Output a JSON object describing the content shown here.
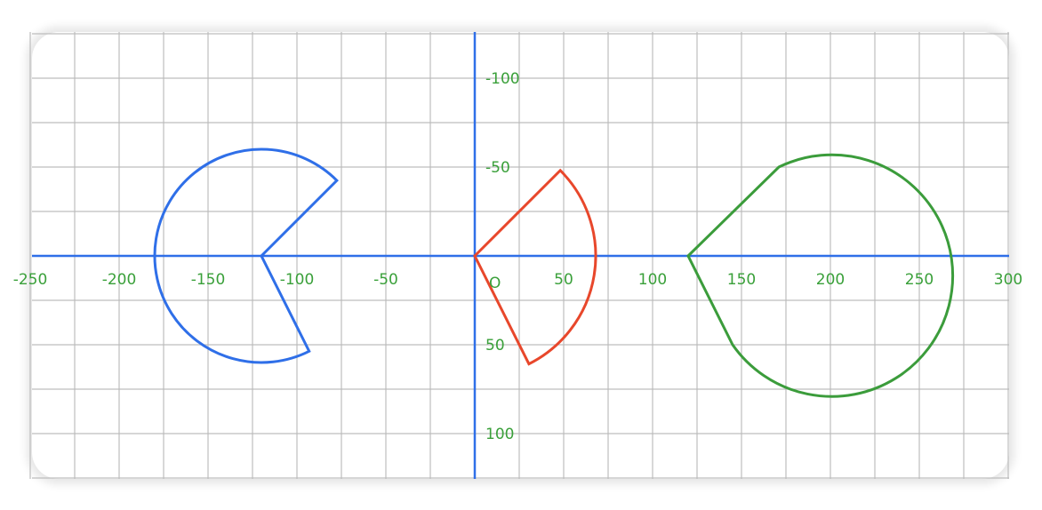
{
  "chart_data": {
    "type": "diagram",
    "x_range": [
      -250,
      300
    ],
    "y_range": [
      -125,
      125
    ],
    "y_axis_inverted": true,
    "grid": true,
    "grid_step": 25,
    "x_ticks": [
      {
        "value": -250,
        "label": "-250"
      },
      {
        "value": -200,
        "label": "-200"
      },
      {
        "value": -150,
        "label": "-150"
      },
      {
        "value": -100,
        "label": "-100"
      },
      {
        "value": -50,
        "label": "-50"
      },
      {
        "value": 50,
        "label": "50"
      },
      {
        "value": 100,
        "label": "100"
      },
      {
        "value": 150,
        "label": "150"
      },
      {
        "value": 200,
        "label": "200"
      },
      {
        "value": 250,
        "label": "250"
      },
      {
        "value": 300,
        "label": "300"
      }
    ],
    "y_ticks": [
      {
        "value": -100,
        "label": "-100"
      },
      {
        "value": -50,
        "label": "-50"
      },
      {
        "value": 50,
        "label": "50"
      },
      {
        "value": 100,
        "label": "100"
      }
    ],
    "origin_label": "O",
    "shapes": [
      {
        "name": "blue-sector",
        "color": "#2f6fe8",
        "center": [
          -120,
          0
        ],
        "radius": 60,
        "gap_start_deg": -45,
        "gap_end_deg": 63.4
      },
      {
        "name": "red-sector",
        "color": "#e8472b",
        "center": [
          0,
          0
        ],
        "radius": 68,
        "start_deg": -45,
        "end_deg": 63.4
      },
      {
        "name": "green-sector",
        "color": "#3b9c3b",
        "center": [
          120,
          0
        ],
        "radius": 68,
        "circle_center": [
          188,
          0
        ],
        "start_deg": 45,
        "end_deg": 315
      }
    ]
  },
  "colors": {
    "grid": "#bdbdbd",
    "axes": "#2f6fe8",
    "tick_labels": "#3aa03a"
  }
}
